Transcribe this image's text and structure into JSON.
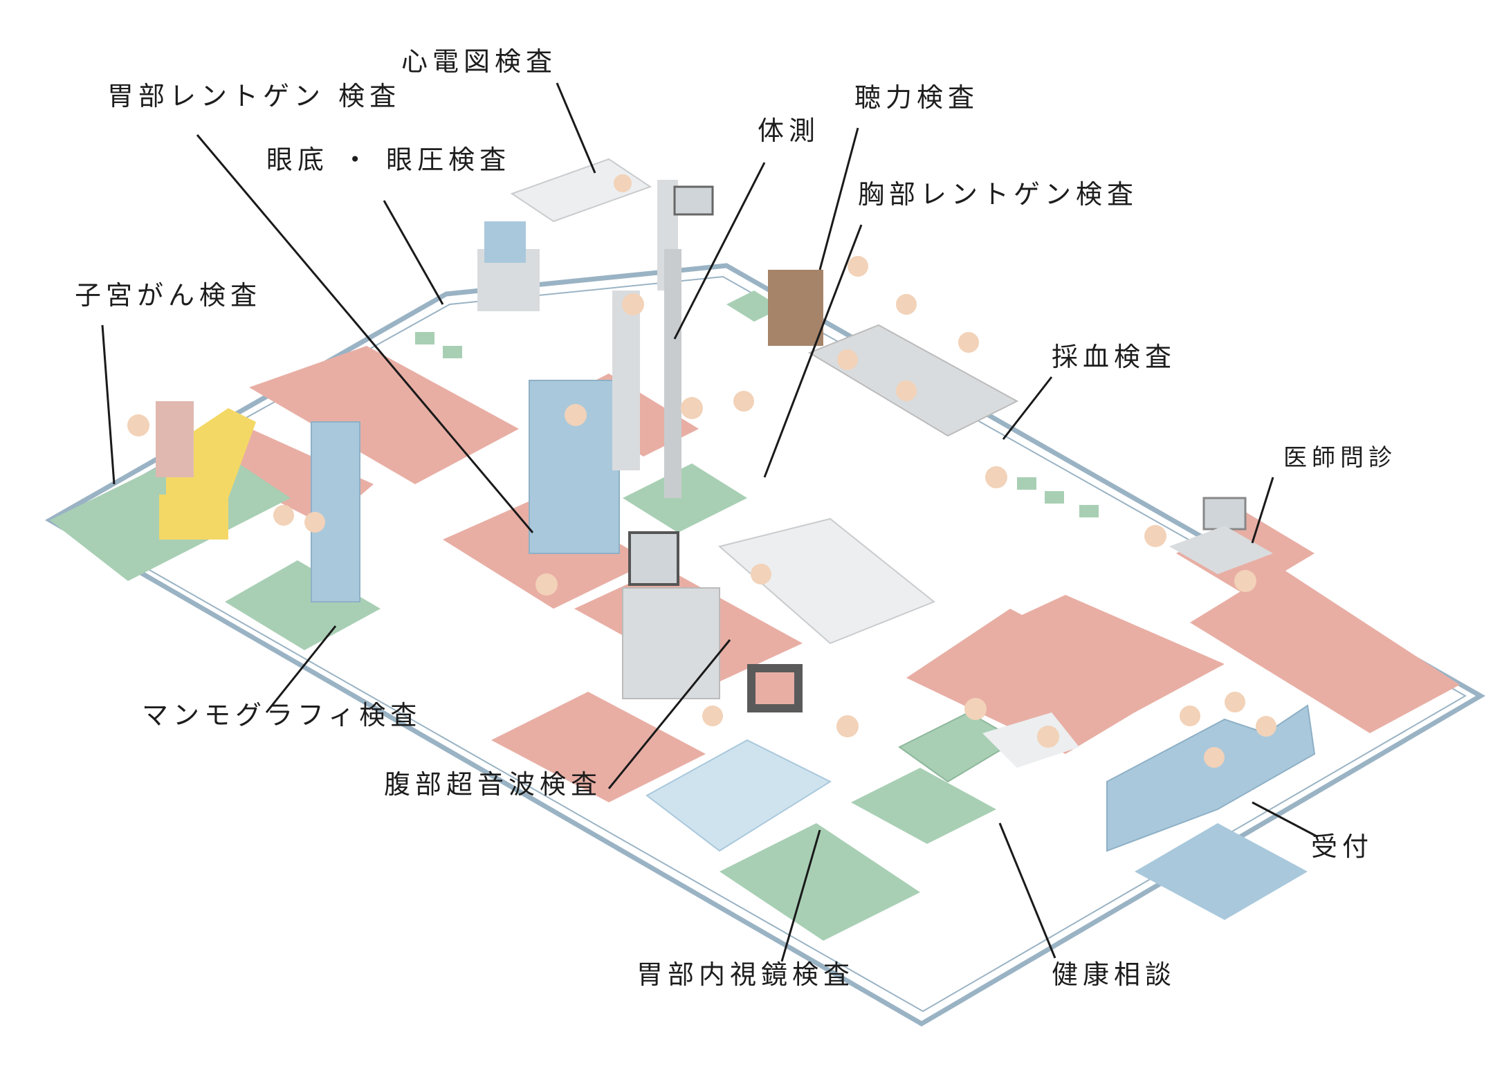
{
  "labels": {
    "ecg": "心電図検査",
    "stomach_xray": "胃部レントゲン 検査",
    "fundus": "眼底 ・ 眼圧検査",
    "body_measure": "体測",
    "hearing": "聴力検査",
    "chest_xray": "胸部レントゲン検査",
    "cervical": "子宮がん検査",
    "blood": "採血検査",
    "interview": "医師問診",
    "mammography": "マンモグラフィ検査",
    "abdominal_us": "腹部超音波検査",
    "reception": "受付",
    "endoscopy": "胃部内視鏡検査",
    "consultation": "健康相談"
  },
  "colors": {
    "floor_outline": "#9ab3c4",
    "pink_zone": "#e8aea4",
    "green_zone": "#a8cfb4",
    "equipment_blue": "#a9c8dc",
    "equipment_gray": "#d9dcde",
    "yellow_chair": "#f4d866",
    "skin": "#f2d2b8",
    "hair": "#2a2a2a",
    "text": "#1d1d1d"
  }
}
